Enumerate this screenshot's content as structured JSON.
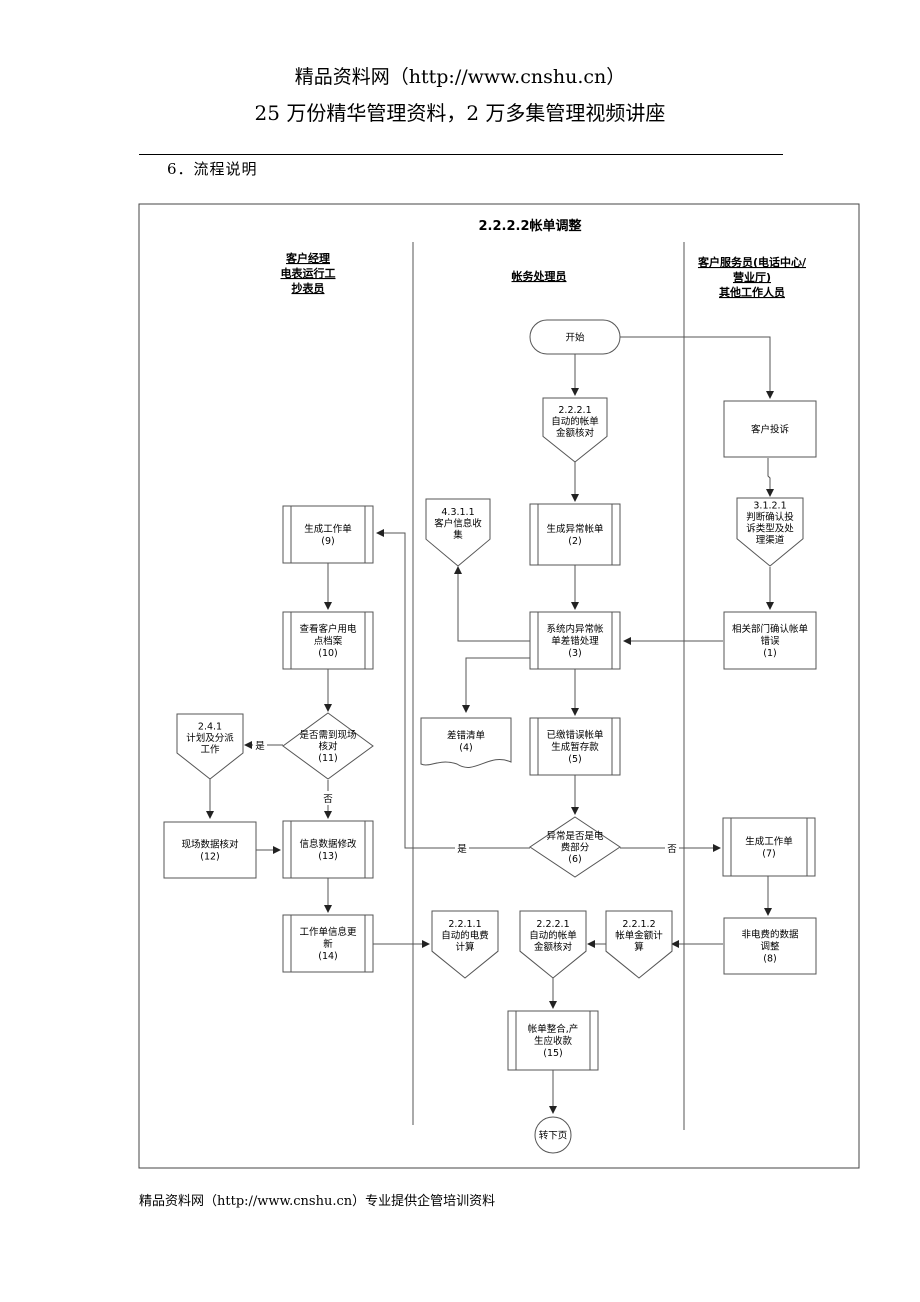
{
  "header": {
    "line1": "精品资料网（http://www.cnshu.cn）",
    "line2": "25 万份精华管理资料，2 万多集管理视频讲座"
  },
  "section_title": "6．流程说明",
  "footer": "精品资料网（http://www.cnshu.cn）专业提供企管培训资料",
  "diagram": {
    "title": "2.2.2.2帐单调整",
    "lanes": [
      [
        "客户经理",
        "电表运行工",
        "抄表员"
      ],
      [
        "帐务处理员"
      ],
      [
        "客户服务员(电话中心/",
        "营业厅)",
        "其他工作人员"
      ]
    ],
    "nodes": {
      "start": [
        "开始"
      ],
      "auto_check_top": [
        "2.2.2.1",
        "自动的帐单",
        "金额核对"
      ],
      "complaint": [
        "客户投诉"
      ],
      "judge_complaint": [
        "3.1.2.1",
        "判断确认投",
        "诉类型及处",
        "理渠道"
      ],
      "info_collect": [
        "4.3.1.1",
        "客户信息收",
        "集"
      ],
      "gen_abnormal_bill": [
        "生成异常帐单",
        "(2)"
      ],
      "gen_work_order_9": [
        "生成工作单",
        "(9)"
      ],
      "sys_error_proc": [
        "系统内异常帐",
        "单差错处理",
        "(3)"
      ],
      "confirm_bill_error": [
        "相关部门确认帐单",
        "错误",
        "(1)"
      ],
      "view_archive": [
        "查看客户用电",
        "点档案",
        "(10)"
      ],
      "error_list": [
        "差错清单",
        "(4)"
      ],
      "paid_error_bill": [
        "已缴错误帐单",
        "生成暂存款",
        "(5)"
      ],
      "plan_dispatch": [
        "2.4.1",
        "计划及分派",
        "工作"
      ],
      "need_onsite": [
        "是否需到现场",
        "核对",
        "(11)"
      ],
      "is_elec_fee": [
        "异常是否是电",
        "费部分",
        "(6)"
      ],
      "onsite_check": [
        "现场数据核对",
        "(12)"
      ],
      "info_modify": [
        "信息数据修改",
        "(13)"
      ],
      "gen_work_order_7": [
        "生成工作单",
        "(7)"
      ],
      "work_order_update": [
        "工作单信息更",
        "新",
        "(14)"
      ],
      "auto_elec_calc": [
        "2.2.1.1",
        "自动的电费",
        "计算"
      ],
      "auto_check_bottom": [
        "2.2.2.1",
        "自动的帐单",
        "金额核对"
      ],
      "bill_calc": [
        "2.2.1.2",
        "帐单金额计",
        "算"
      ],
      "non_elec_adjust": [
        "非电费的数据",
        "调整",
        "(8)"
      ],
      "bill_integrate": [
        "帐单整合,产",
        "生应收款",
        "(15)"
      ],
      "next_page": [
        "转下页"
      ]
    },
    "labels": {
      "yes_11": "是",
      "no_11": "否",
      "yes_6": "是",
      "no_6": "否"
    }
  }
}
